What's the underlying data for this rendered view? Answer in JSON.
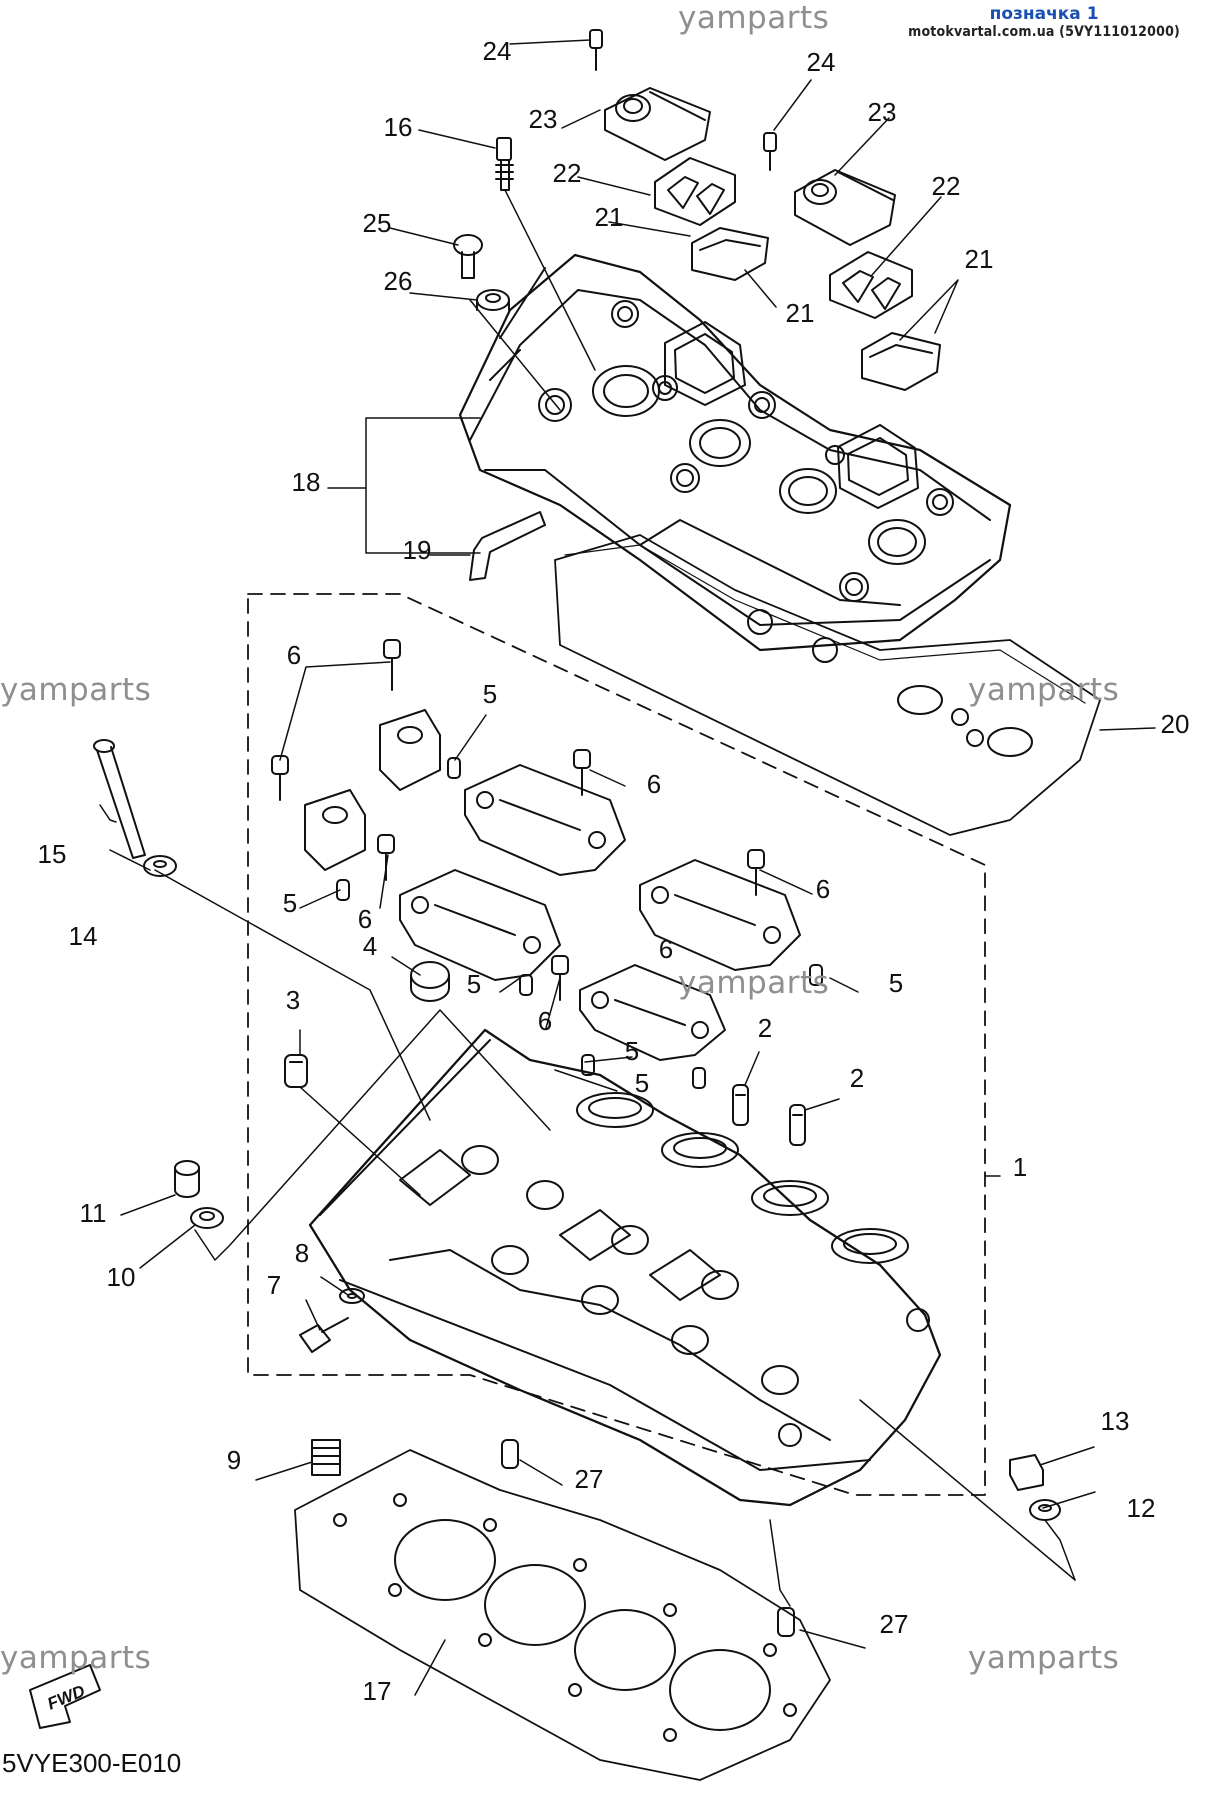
{
  "header": {
    "title": "позначка 1",
    "subtitle": "motokvartal.com.ua (5VY111012000)"
  },
  "watermarks": [
    "yamparts",
    "yamparts",
    "yamparts",
    "yamparts",
    "yamparts",
    "yamparts"
  ],
  "diagram_code": "5VYE300-E010",
  "fwd_label": "FWD",
  "callouts": [
    "1",
    "2",
    "2",
    "3",
    "4",
    "5",
    "5",
    "5",
    "5",
    "5",
    "5",
    "6",
    "6",
    "6",
    "6",
    "6",
    "6",
    "7",
    "8",
    "9",
    "10",
    "11",
    "12",
    "13",
    "14",
    "15",
    "16",
    "17",
    "18",
    "19",
    "20",
    "21",
    "21",
    "21",
    "22",
    "22",
    "23",
    "23",
    "24",
    "24",
    "25",
    "26",
    "27",
    "27"
  ]
}
